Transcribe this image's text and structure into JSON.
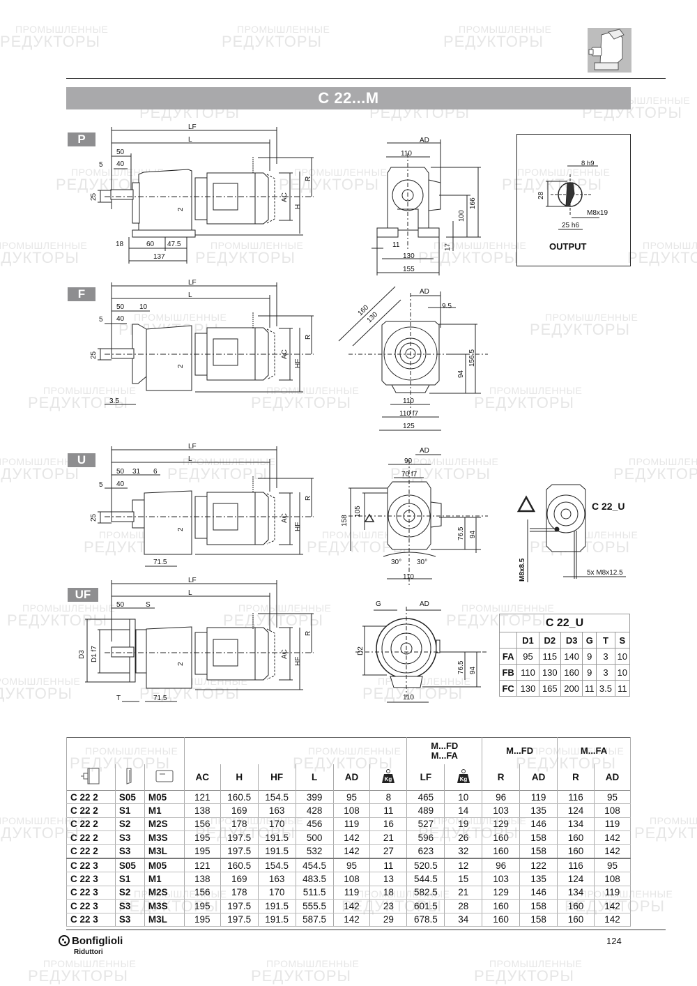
{
  "watermark": {
    "line1": "ПРОМЫШЛЕННЫЕ",
    "line2": "РЕДУКТОРЫ"
  },
  "header": {
    "title": "C 22...M",
    "product_icon": "gear-motor-thumbnail-icon"
  },
  "views": {
    "P": {
      "badge": "P",
      "side_dims": {
        "LF": "LF",
        "L": "L",
        "d50": "50",
        "d40": "40",
        "d5": "5",
        "d25": "25",
        "d2": "2",
        "d18": "18",
        "d60": "60",
        "d47_5": "47.5",
        "d137": "137",
        "AC": "AC",
        "H": "H",
        "R": "R"
      },
      "front_dims": {
        "AD": "AD",
        "d110": "110",
        "d166": "166",
        "d100": "100",
        "d17": "17",
        "d11": "11",
        "d130": "130",
        "d155": "155"
      }
    },
    "F": {
      "badge": "F",
      "side_dims": {
        "LF": "LF",
        "L": "L",
        "d50": "50",
        "d10": "10",
        "d40": "40",
        "d5": "5",
        "d25": "25",
        "d2": "2",
        "d3_5": "3.5",
        "AC": "AC",
        "HF": "HF",
        "R": "R"
      },
      "front_dims": {
        "AD": "AD",
        "d9_5": "9.5",
        "d160": "160",
        "d130": "130",
        "d156_5": "156.5",
        "d94": "94",
        "d110": "110",
        "d110f7": "110 f7",
        "d125": "125"
      }
    },
    "U": {
      "badge": "U",
      "side_dims": {
        "LF": "LF",
        "L": "L",
        "d50": "50",
        "d31": "31",
        "d6": "6",
        "d40": "40",
        "d5": "5",
        "d25": "25",
        "d2": "2",
        "d71_5": "71.5",
        "AC": "AC",
        "HF": "HF",
        "R": "R"
      },
      "front_dims": {
        "AD": "AD",
        "d90": "90",
        "d70f7": "70 f7",
        "d158": "158",
        "d105": "105",
        "d76_5": "76.5",
        "d94": "94",
        "a30l": "30°",
        "a30r": "30°",
        "d110": "110"
      }
    },
    "UF": {
      "badge": "UF",
      "side_dims": {
        "LF": "LF",
        "L": "L",
        "d50": "50",
        "S": "S",
        "D3": "D3",
        "D1f7": "D1 f7",
        "d2": "2",
        "T": "T",
        "d71_5": "71.5",
        "AC": "AC",
        "HF": "HF",
        "R": "R"
      },
      "front_dims": {
        "G": "G",
        "AD": "AD",
        "D2": "D2",
        "d76_5": "76.5",
        "d94": "94",
        "d110": "110"
      }
    }
  },
  "output_box": {
    "label": "OUTPUT",
    "key": "8 h9",
    "height": "28",
    "thread": "M8x19",
    "shaft": "25 h6"
  },
  "c22u_detail": {
    "label": "C 22_U",
    "thread_side": "M8x8.5",
    "thread_holes": "5x M8x12.5"
  },
  "c22u_table": {
    "caption": "C 22_U",
    "columns": [
      "",
      "D1",
      "D2",
      "D3",
      "G",
      "T",
      "S"
    ],
    "rows": [
      [
        "FA",
        "95",
        "115",
        "140",
        "9",
        "3",
        "10"
      ],
      [
        "FB",
        "110",
        "130",
        "160",
        "9",
        "3",
        "10"
      ],
      [
        "FC",
        "130",
        "165",
        "200",
        "11",
        "3.5",
        "11"
      ]
    ]
  },
  "main_table": {
    "group_headers": {
      "mfd_mfa": "M...FD\nM...FA",
      "mfd": "M...FD",
      "mfa": "M...FA"
    },
    "icon_headers": [
      "gearbox-icon",
      "adapter-icon",
      "motor-icon"
    ],
    "columns": [
      "AC",
      "H",
      "HF",
      "L",
      "AD",
      "Kg",
      "LF",
      "Kg",
      "R",
      "AD",
      "R",
      "AD"
    ],
    "rows": [
      [
        "C 22 2",
        "S05",
        "M05",
        "121",
        "160.5",
        "154.5",
        "399",
        "95",
        "8",
        "465",
        "10",
        "96",
        "119",
        "116",
        "95"
      ],
      [
        "C 22 2",
        "S1",
        "M1",
        "138",
        "169",
        "163",
        "428",
        "108",
        "11",
        "489",
        "14",
        "103",
        "135",
        "124",
        "108"
      ],
      [
        "C 22 2",
        "S2",
        "M2S",
        "156",
        "178",
        "170",
        "456",
        "119",
        "16",
        "527",
        "19",
        "129",
        "146",
        "134",
        "119"
      ],
      [
        "C 22 2",
        "S3",
        "M3S",
        "195",
        "197.5",
        "191.5",
        "500",
        "142",
        "21",
        "596",
        "26",
        "160",
        "158",
        "160",
        "142"
      ],
      [
        "C 22 2",
        "S3",
        "M3L",
        "195",
        "197.5",
        "191.5",
        "532",
        "142",
        "27",
        "623",
        "32",
        "160",
        "158",
        "160",
        "142"
      ],
      [
        "C 22 3",
        "S05",
        "M05",
        "121",
        "160.5",
        "154.5",
        "454.5",
        "95",
        "11",
        "520.5",
        "12",
        "96",
        "122",
        "116",
        "95"
      ],
      [
        "C 22 3",
        "S1",
        "M1",
        "138",
        "169",
        "163",
        "483.5",
        "108",
        "13",
        "544.5",
        "15",
        "103",
        "135",
        "124",
        "108"
      ],
      [
        "C 22 3",
        "S2",
        "M2S",
        "156",
        "178",
        "170",
        "511.5",
        "119",
        "18",
        "582.5",
        "21",
        "129",
        "146",
        "134",
        "119"
      ],
      [
        "C 22 3",
        "S3",
        "M3S",
        "195",
        "197.5",
        "191.5",
        "555.5",
        "142",
        "23",
        "601.5",
        "28",
        "160",
        "158",
        "160",
        "142"
      ],
      [
        "C 22 3",
        "S3",
        "M3L",
        "195",
        "197.5",
        "191.5",
        "587.5",
        "142",
        "29",
        "678.5",
        "34",
        "160",
        "158",
        "160",
        "142"
      ]
    ]
  },
  "footer": {
    "brand": "Bonfiglioli",
    "brand_sub": "Riduttori",
    "page_number": "124"
  }
}
